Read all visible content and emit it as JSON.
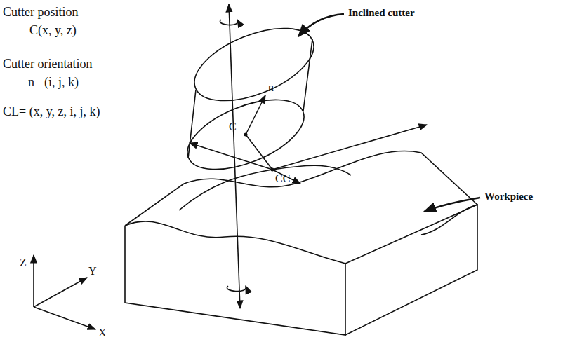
{
  "diagram": {
    "labels": [
      "Cutter position",
      "C(x, y, z)",
      "Cutter orientation",
      "n⃗(i, j, k)",
      "CL= (x, y, z, i, j, k)",
      "Inclined cutter",
      "Workpiece",
      "n⃗",
      "C",
      "CC",
      "Z",
      "Y",
      "X"
    ]
  }
}
